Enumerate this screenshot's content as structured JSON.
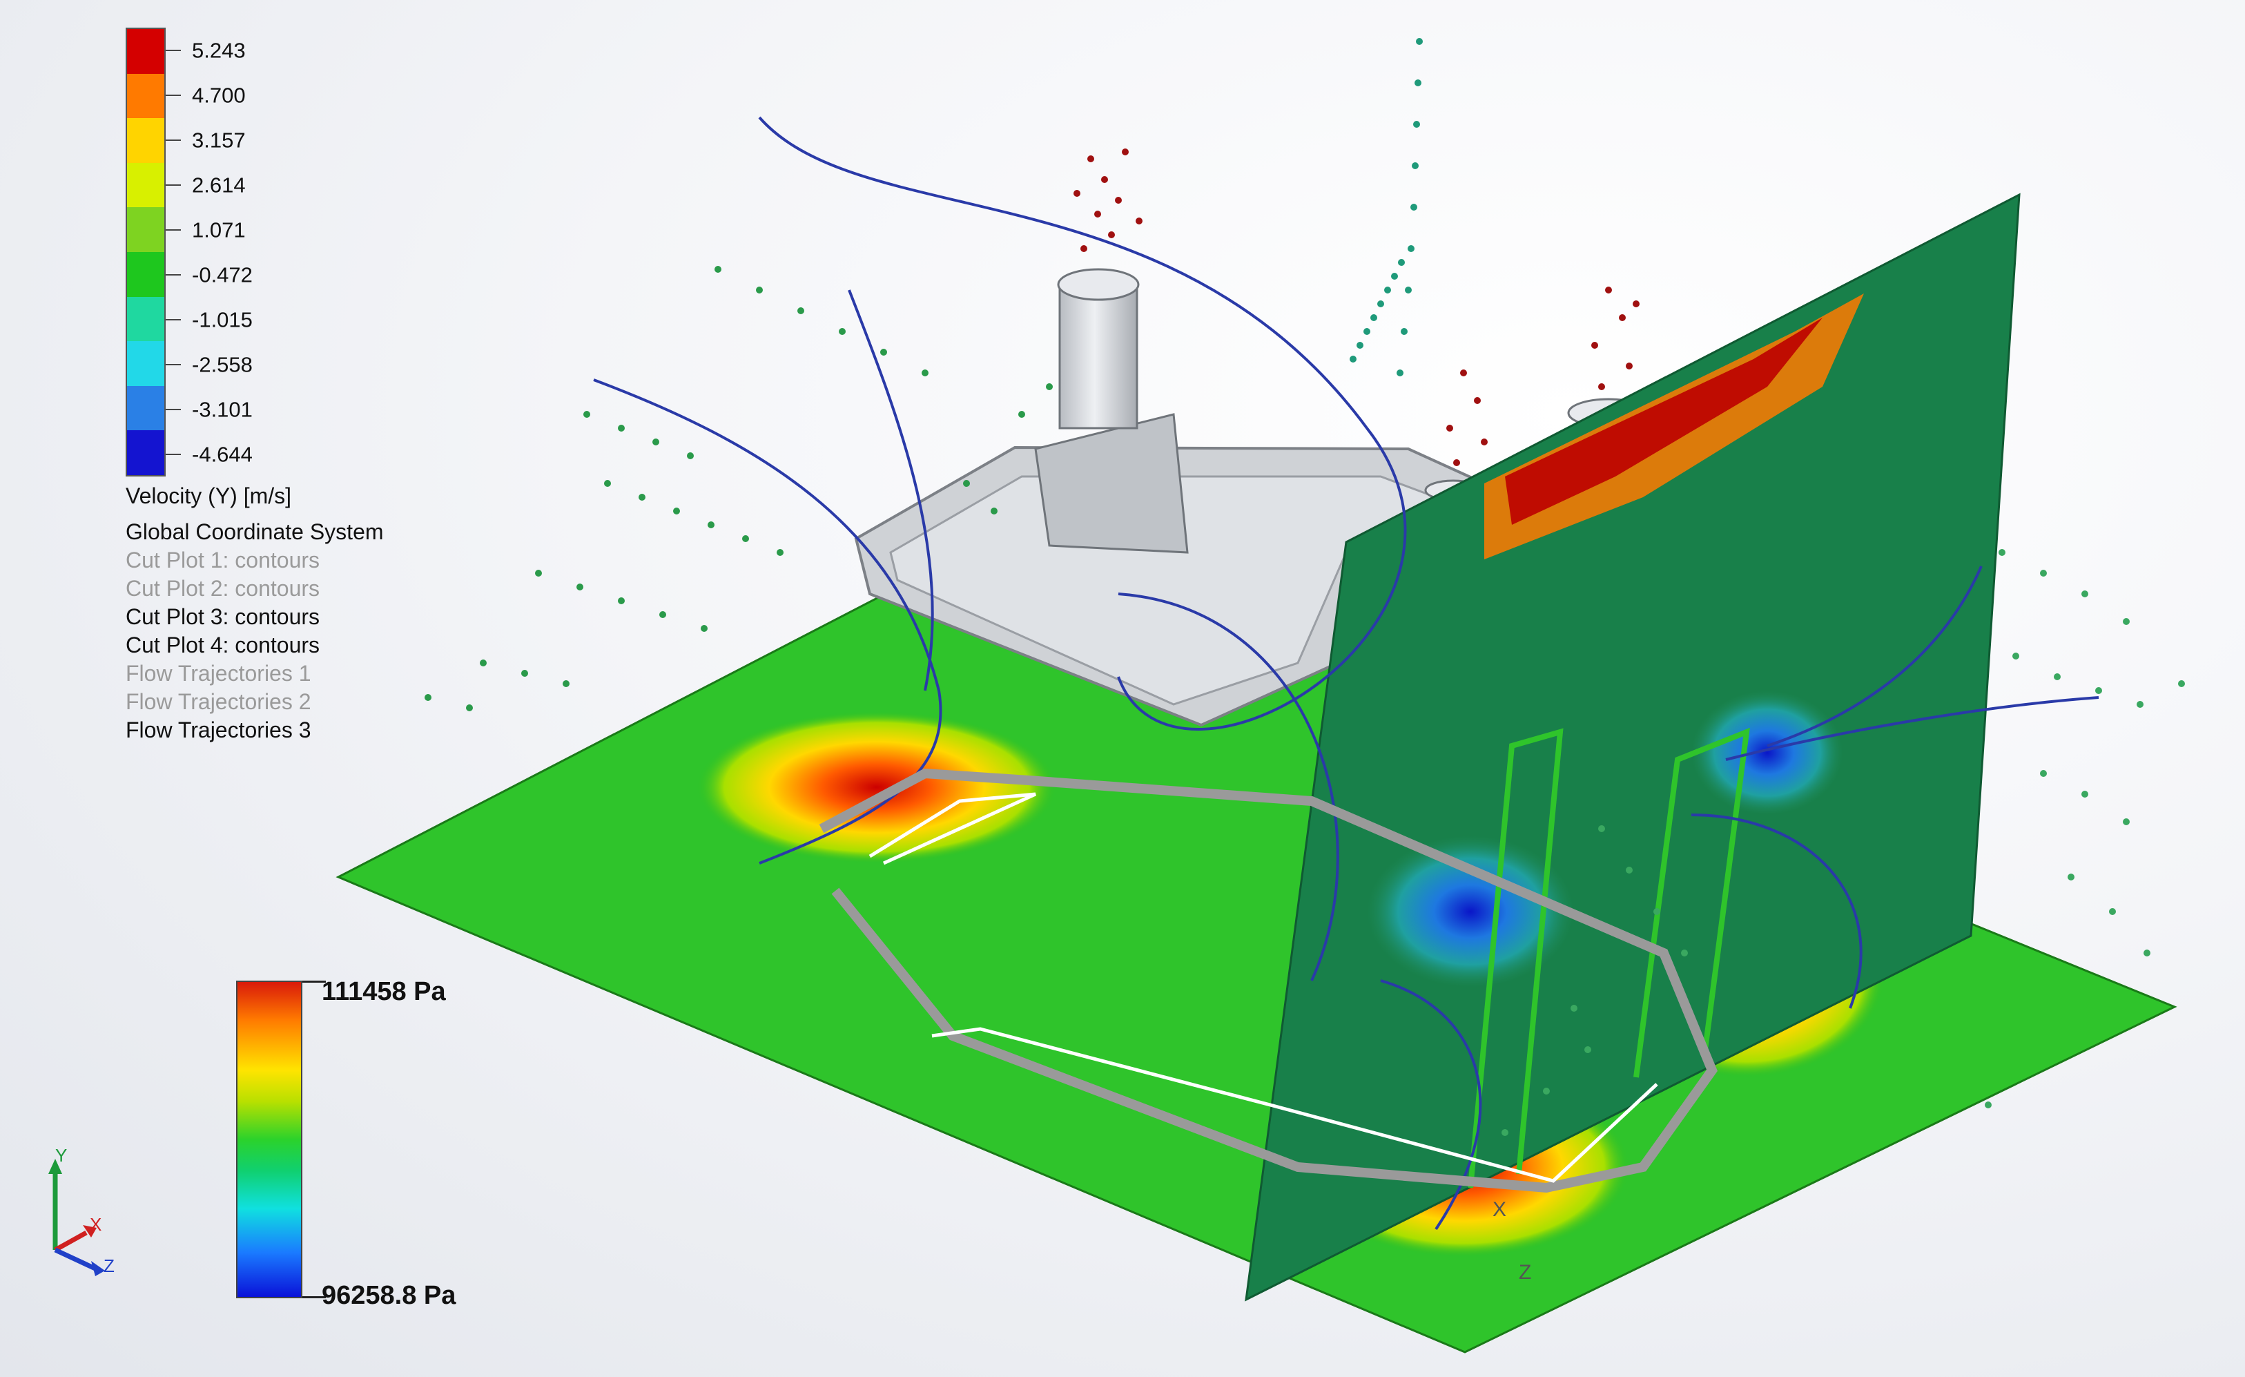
{
  "velocity_legend": {
    "colors": [
      "#d40000",
      "#ff7a00",
      "#ffd400",
      "#d8f000",
      "#7ed321",
      "#1ec71e",
      "#1fd8a0",
      "#22d8e8",
      "#2a80e6",
      "#1414d0"
    ],
    "values": [
      "5.243",
      "4.700",
      "3.157",
      "2.614",
      "1.071",
      "-0.472",
      "-1.015",
      "-2.558",
      "-3.101",
      "-4.644"
    ],
    "title": "Velocity (Y) [m/s]"
  },
  "info_lines": [
    {
      "text": "Global Coordinate System",
      "state": "active"
    },
    {
      "text": "Cut Plot 1: contours",
      "state": "dim"
    },
    {
      "text": "Cut Plot 2: contours",
      "state": "dim"
    },
    {
      "text": "Cut Plot 3: contours",
      "state": "active"
    },
    {
      "text": "Cut Plot 4: contours",
      "state": "active"
    },
    {
      "text": "Flow Trajectories 1",
      "state": "dim"
    },
    {
      "text": "Flow Trajectories 2",
      "state": "dim"
    },
    {
      "text": "Flow Trajectories 3",
      "state": "active"
    }
  ],
  "pressure_legend": {
    "max": "111458 Pa",
    "min": "96258.8 Pa"
  },
  "triad": {
    "y": "Y",
    "x": "X",
    "z": "Z"
  },
  "cut_plot_axes": {
    "x": "X",
    "z": "Z"
  }
}
